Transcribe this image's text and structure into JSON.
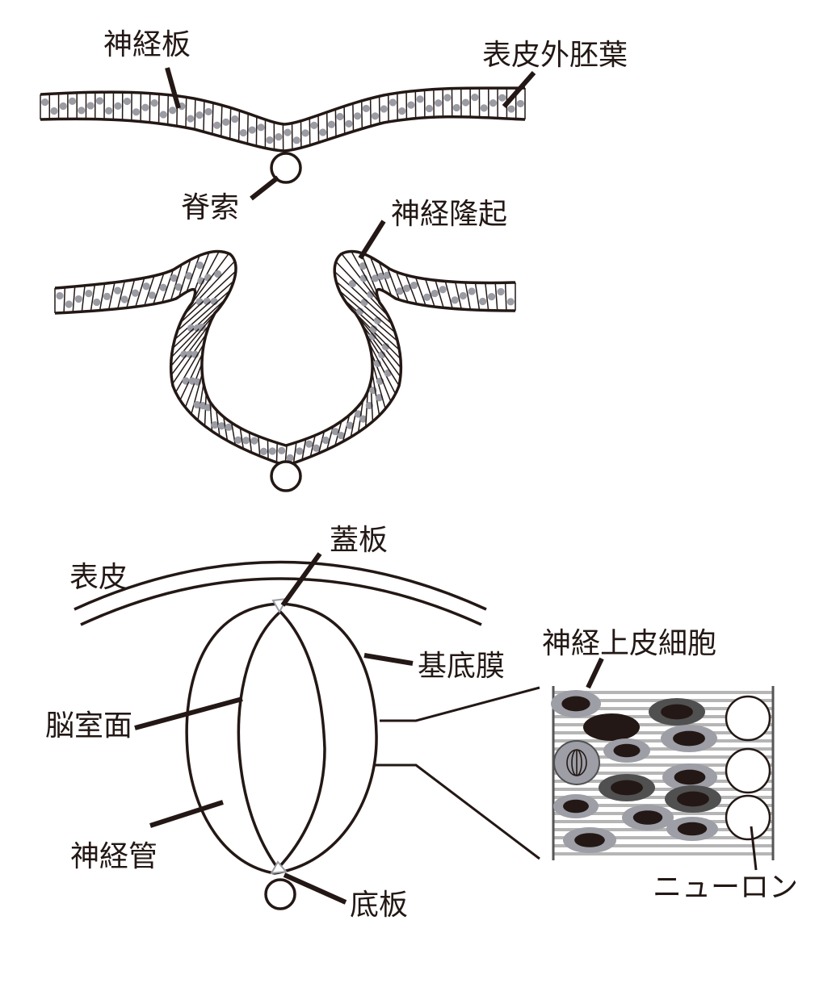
{
  "labels": {
    "neural_plate": "神経板",
    "surface_ectoderm": "表皮外胚葉",
    "notochord": "脊索",
    "neural_fold": "神経隆起",
    "roof_plate": "蓋板",
    "epidermis": "表皮",
    "basement_membrane": "基底膜",
    "neuroepithelial_cell": "神経上皮細胞",
    "ventricular_surface": "脳室面",
    "neural_tube": "神経管",
    "floor_plate": "底板",
    "neuron": "ニューロン"
  },
  "colors": {
    "line": "#231815",
    "nucleus_gray": "#9a9ba3",
    "cell_dark": "#505050",
    "cell_light": "#9d9ea6",
    "stripe": "#b5b5b5"
  }
}
